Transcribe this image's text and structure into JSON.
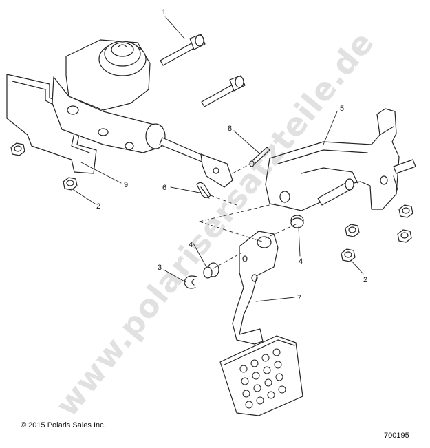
{
  "watermark": "www.polarisersatzteile.de",
  "copyright": "© 2015 Polaris Sales Inc.",
  "document_number": "700195",
  "callouts": {
    "c1": "1",
    "c2a": "2",
    "c2b": "2",
    "c3": "3",
    "c4a": "4",
    "c4b": "4",
    "c5": "5",
    "c6": "6",
    "c7": "7",
    "c8": "8",
    "c9": "9"
  }
}
